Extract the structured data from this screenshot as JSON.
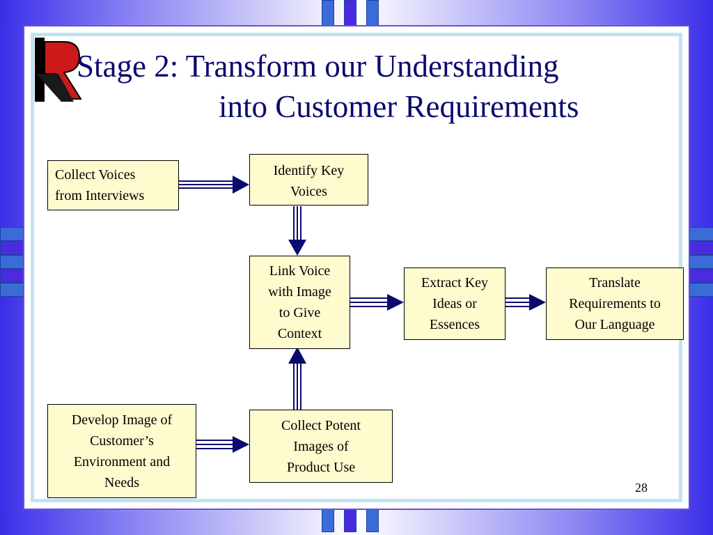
{
  "slide": {
    "title_line1": "Stage 2:  Transform our Understanding",
    "title_line2": "into Customer Requirements",
    "page_number": "28"
  },
  "boxes": {
    "collect_voices": "Collect Voices\nfrom Interviews",
    "identify_key_voices": "Identify Key\nVoices",
    "link_voice": "Link Voice\nwith Image\nto Give\nContext",
    "extract_key_ideas": "Extract Key\nIdeas or\nEssences",
    "translate_requirements": "Translate\nRequirements to\nOur Language",
    "develop_image": "Develop Image of\nCustomer’s\nEnvironment and\nNeeds",
    "collect_potent_images": "Collect Potent\nImages of\nProduct Use"
  },
  "colors": {
    "title": "#0a0a6e",
    "box_fill": "#fefbcf",
    "arrow": "#0a0a6e",
    "frame": "#6b4fd1"
  }
}
